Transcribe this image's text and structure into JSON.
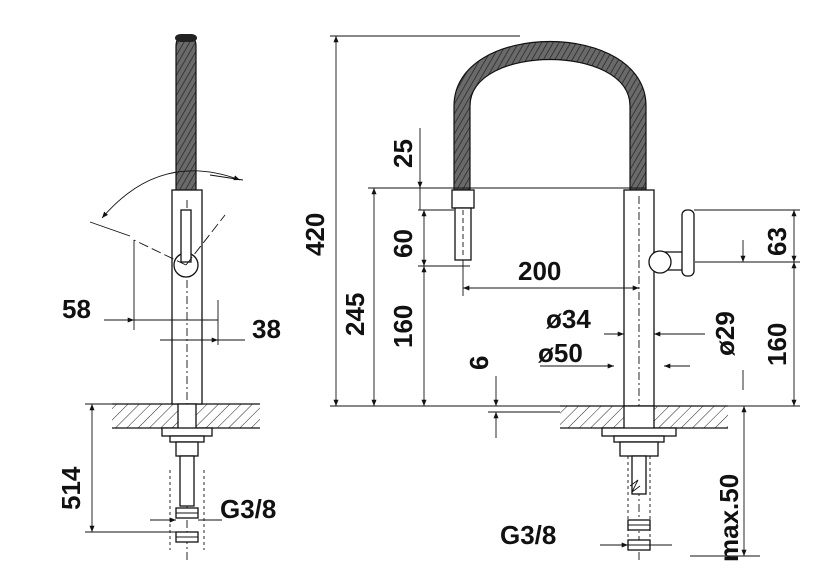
{
  "dimensions": {
    "side_angle_58": "58",
    "side_offset_38": "38",
    "side_height_514": "514",
    "side_thread_g38": "G3/8",
    "front_height_420": "420",
    "front_height_245": "245",
    "front_gap_25": "25",
    "front_handle_60": "60",
    "front_lower_160": "160",
    "front_reach_200": "200",
    "front_diameter_34": "ø34",
    "front_diameter_50": "ø50",
    "front_plate_6": "6",
    "front_diameter_29": "ø29",
    "front_lever_63": "63",
    "front_right_160": "160",
    "front_thread_g38": "G3/8",
    "front_max50": "max.50"
  },
  "colors": {
    "line": "#111111",
    "hose": "#555555",
    "background": "#ffffff"
  }
}
